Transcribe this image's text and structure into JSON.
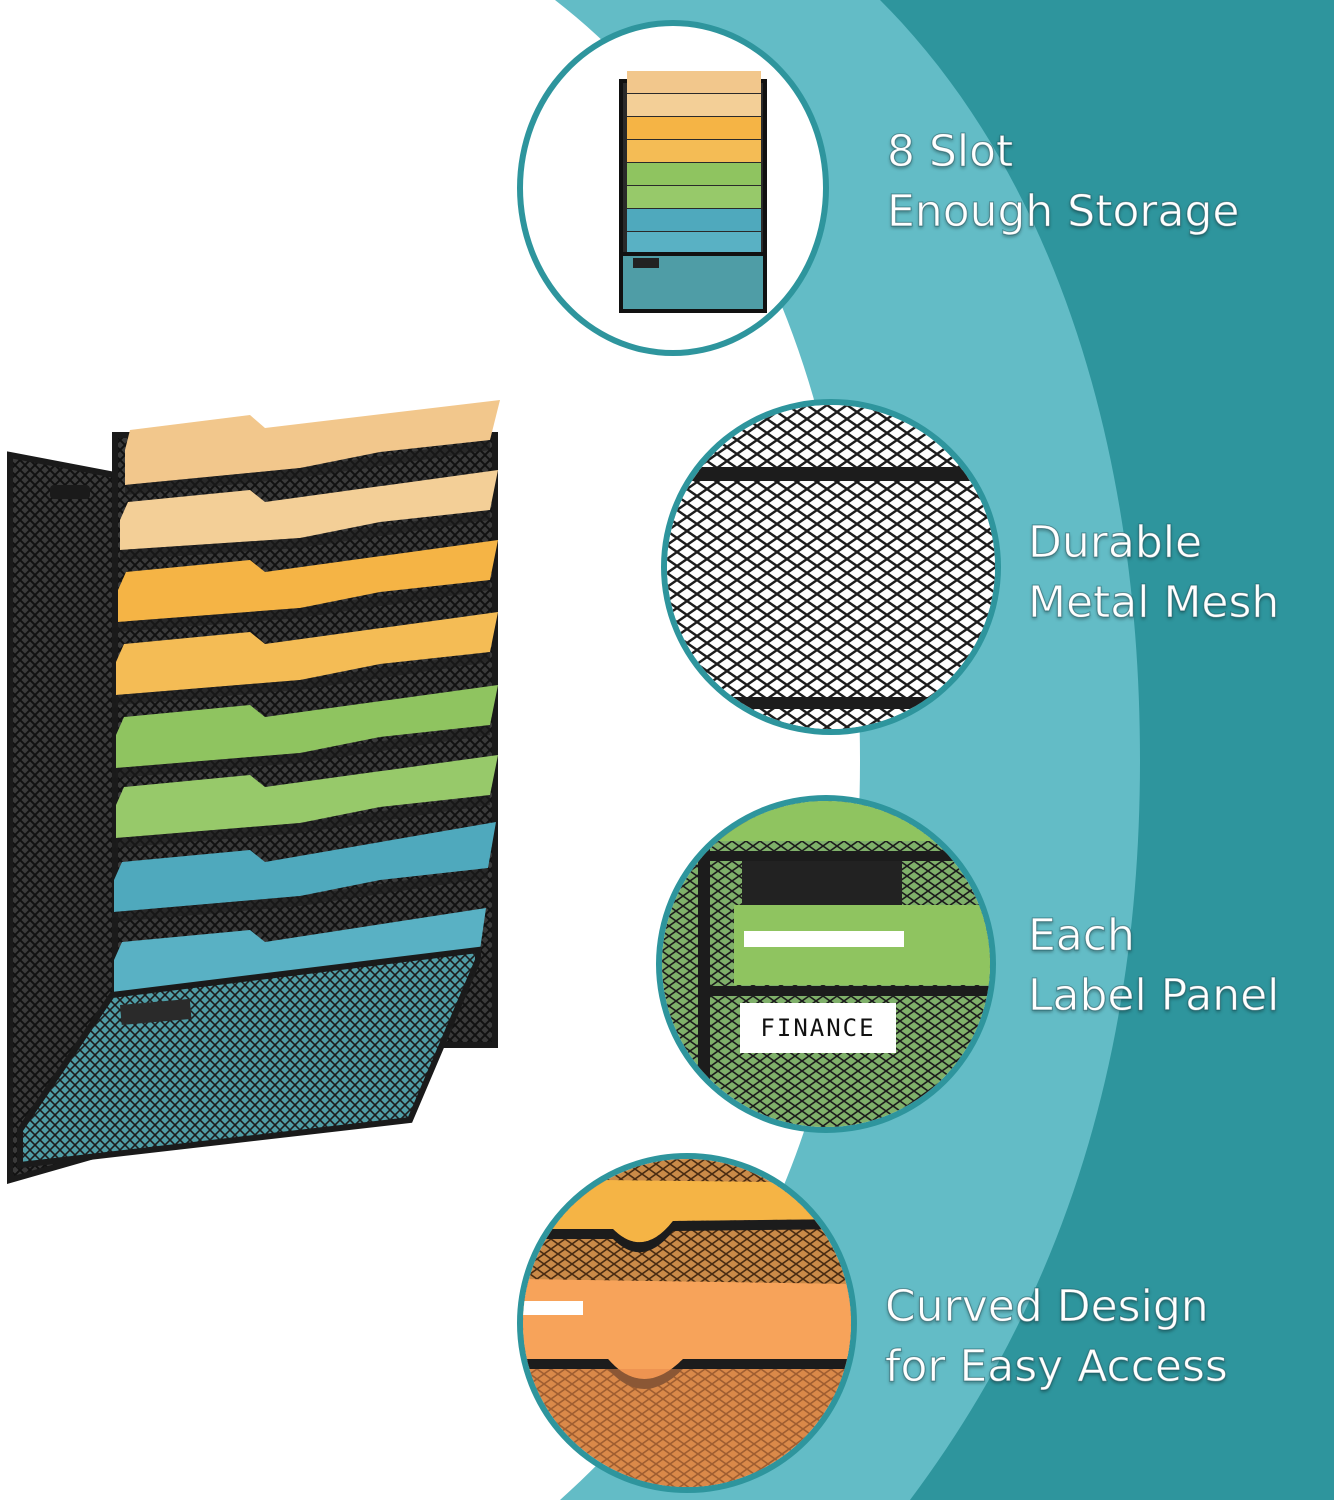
{
  "colors": {
    "teal_dark": "#2e959d",
    "teal_light": "#63bcc6",
    "text": "#ffffff",
    "folder_peach": "#f2c78c",
    "folder_orange": "#f5b445",
    "folder_green": "#8fc460",
    "folder_blue": "#4fa9bd",
    "mesh_black": "#1c1c1c"
  },
  "features": [
    {
      "line1": "8 Slot",
      "line2": "Enough Storage"
    },
    {
      "line1": "Durable",
      "line2": "Metal Mesh"
    },
    {
      "line1": "Each",
      "line2": "Label Panel"
    },
    {
      "line1": "Curved Design",
      "line2": "for Easy Access"
    }
  ],
  "detail_label": "FINANCE",
  "product": {
    "slot_count": 8,
    "folder_colors": [
      "folder_peach",
      "folder_peach",
      "folder_orange",
      "folder_orange",
      "folder_green",
      "folder_green",
      "folder_blue",
      "folder_blue"
    ]
  }
}
